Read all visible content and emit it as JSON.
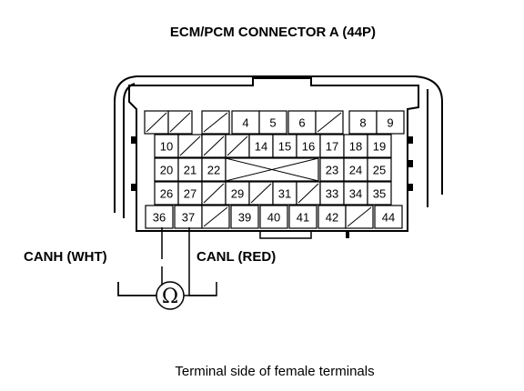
{
  "title": "ECM/PCM CONNECTOR A (44P)",
  "caption": "Terminal side of female terminals",
  "probes": {
    "canh_label": "CANH (WHT)",
    "canl_label": "CANL (RED)",
    "meter_symbol": "Ω"
  },
  "pins": {
    "row1": [
      "",
      "",
      "",
      "4",
      "5",
      "6",
      "",
      "8",
      "9"
    ],
    "row2": [
      "10",
      "",
      "",
      "",
      "14",
      "15",
      "16",
      "17",
      "18",
      "19"
    ],
    "row3": [
      "20",
      "21",
      "22",
      "",
      "23",
      "24",
      "25"
    ],
    "row4": [
      "26",
      "27",
      "",
      "29",
      "",
      "31",
      "",
      "33",
      "34",
      "35"
    ],
    "row5": [
      "36",
      "37",
      "",
      "39",
      "40",
      "41",
      "42",
      "",
      "44"
    ]
  }
}
